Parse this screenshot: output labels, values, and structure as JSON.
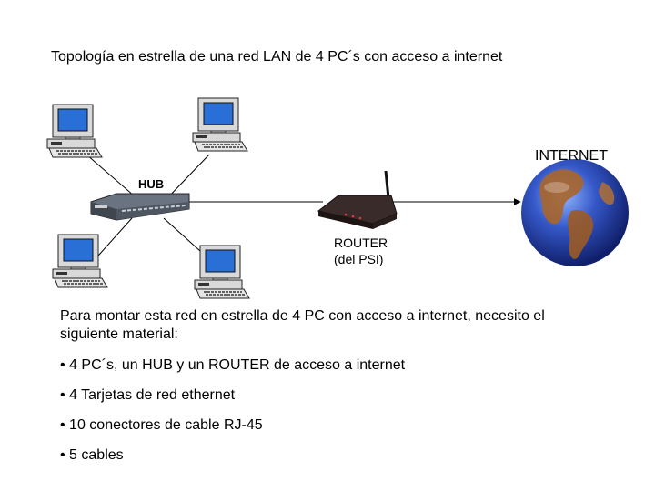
{
  "title": "Topología en estrella de una red LAN de 4 PC´s con acceso a internet",
  "diagram": {
    "nodes": {
      "internet_label": "INTERNET",
      "hub_label": "HUB",
      "router_label_line1": "ROUTER",
      "router_label_line2": "(del PSI)"
    }
  },
  "description": {
    "intro": "Para montar esta red en estrella de 4 PC con acceso a internet, necesito el siguiente material:",
    "items": [
      "• 4 PC´s, un HUB y un ROUTER de acceso a internet",
      "• 4 Tarjetas de red ethernet",
      "• 10 conectores de cable RJ-45",
      "• 5 cables"
    ]
  },
  "colors": {
    "ocean": "#2f4fb5",
    "land": "#a8652a",
    "pc_screen": "#2a6fd6",
    "pc_body": "#d9d9d9",
    "hub_body": "#55606c",
    "router_body": "#2b1f1f"
  }
}
